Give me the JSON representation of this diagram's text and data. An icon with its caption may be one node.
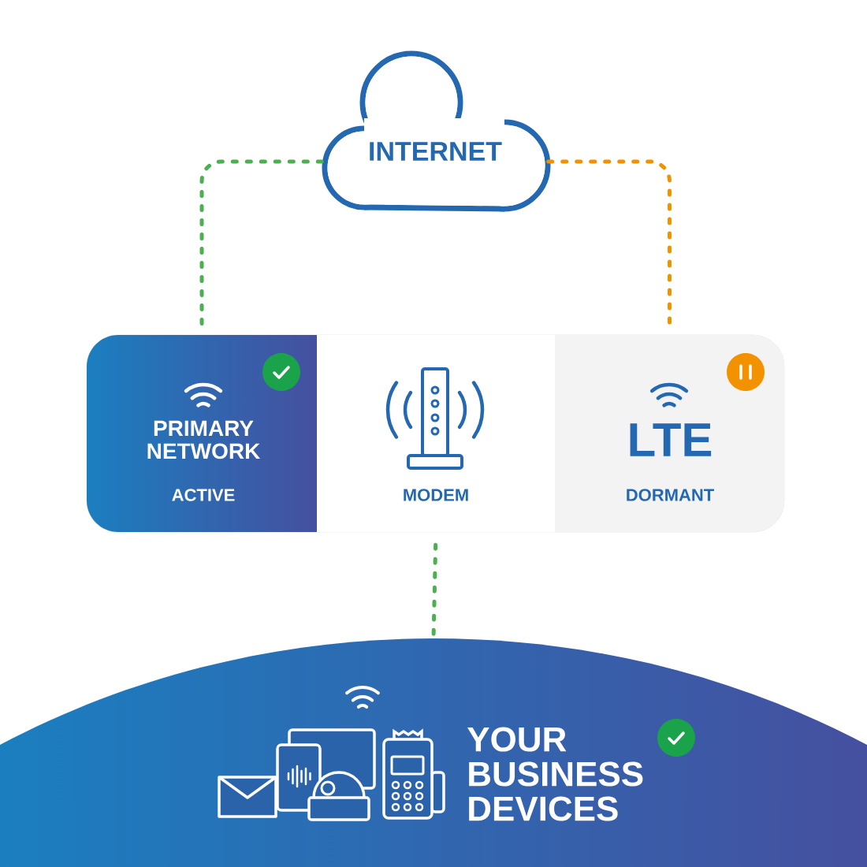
{
  "diagram": {
    "nodes": [
      {
        "text": [
          "INTERNET"
        ]
      },
      {
        "text": [
          "PRIMARY NETWORK",
          "ACTIVE"
        ]
      },
      {
        "text": [
          "MODEM"
        ]
      },
      {
        "text": [
          "LTE",
          "DORMANT"
        ]
      },
      {
        "text": [
          "YOUR BUSINESS DEVICES"
        ]
      }
    ],
    "edges": [
      {
        "from": 0,
        "to": 1,
        "arrow": "none",
        "style": "dashed"
      },
      {
        "from": 0,
        "to": 3,
        "arrow": "none",
        "style": "dashed",
        "color": "#f39200"
      },
      {
        "from": 2,
        "to": 4,
        "arrow": "none",
        "style": "dashed"
      }
    ]
  }
}
